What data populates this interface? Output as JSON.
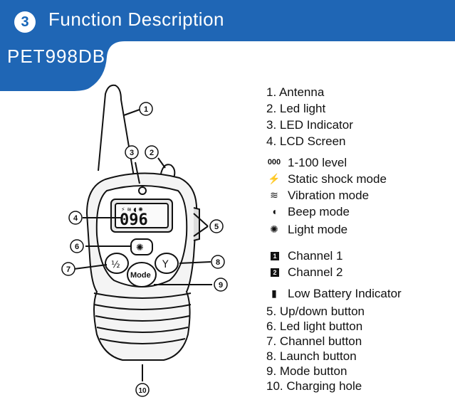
{
  "header": {
    "section_number": "3",
    "title": "Function Description",
    "model": "PET998DB",
    "bg_color": "#1f66b5"
  },
  "device": {
    "lcd_value": "096",
    "mode_label": "Mode",
    "channel_btn_label": "½",
    "callouts": [
      "1",
      "2",
      "3",
      "4",
      "5",
      "6",
      "7",
      "8",
      "9",
      "10"
    ]
  },
  "legend": {
    "parts": [
      "1. Antenna",
      "2. Led light",
      "3. LED Indicator",
      "4. LCD Screen"
    ],
    "icons": [
      {
        "icon": "digits-icon",
        "glyph": "000",
        "label": "1-100 level"
      },
      {
        "icon": "lightning-icon",
        "glyph": "⚡",
        "label": "Static shock mode"
      },
      {
        "icon": "vibration-icon",
        "glyph": "≋",
        "label": "Vibration mode"
      },
      {
        "icon": "speaker-icon",
        "glyph": "◖",
        "label": "Beep mode"
      },
      {
        "icon": "lightbulb-icon",
        "glyph": "✺",
        "label": "Light mode"
      }
    ],
    "channels": [
      {
        "glyph": "1",
        "label": "Channel 1"
      },
      {
        "glyph": "2",
        "label": "Channel 2"
      }
    ],
    "battery": {
      "icon": "battery-icon",
      "glyph": "▮",
      "label": "Low Battery Indicator"
    },
    "buttons": [
      "5. Up/down button",
      "6. Led light button",
      "7. Channel button",
      "8. Launch button",
      "9. Mode button",
      "10. Charging hole"
    ]
  }
}
